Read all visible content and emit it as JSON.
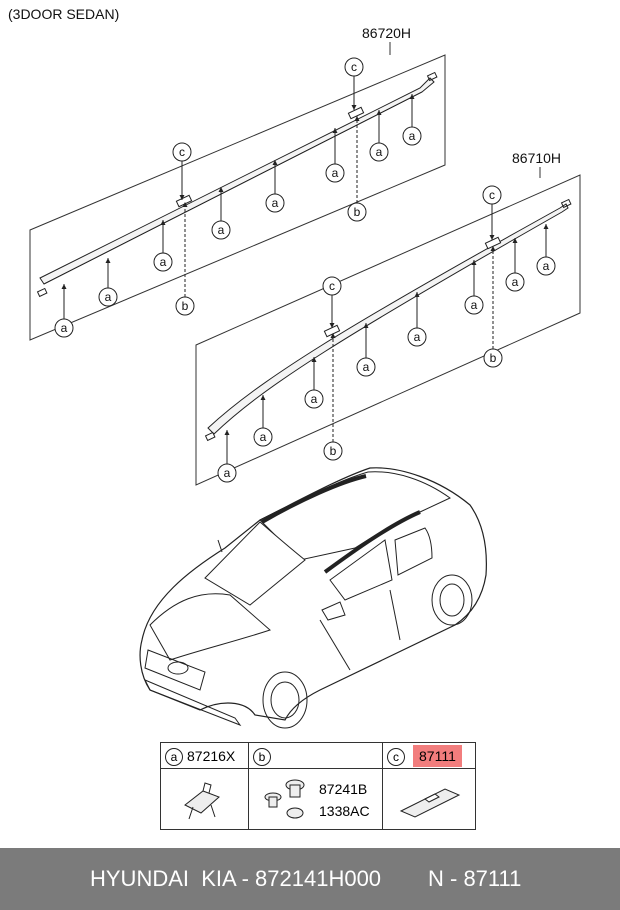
{
  "variant_label": "(3DOOR SEDAN)",
  "assemblies": {
    "upper": {
      "part_no": "86720H"
    },
    "lower": {
      "part_no": "86710H"
    }
  },
  "callouts": {
    "a": "a",
    "b": "b",
    "c": "c"
  },
  "legend": {
    "a": {
      "letter": "a",
      "part": "87216X"
    },
    "b": {
      "letter": "b",
      "parts": [
        "87241B",
        "1338AC"
      ]
    },
    "c": {
      "letter": "c",
      "part": "87111",
      "highlight_color": "#f27d7d"
    }
  },
  "footer": {
    "left_text": "HYUNDAI  KIA - 872141H000",
    "right_text": "N - 87111",
    "background": "#7b7b7b"
  }
}
